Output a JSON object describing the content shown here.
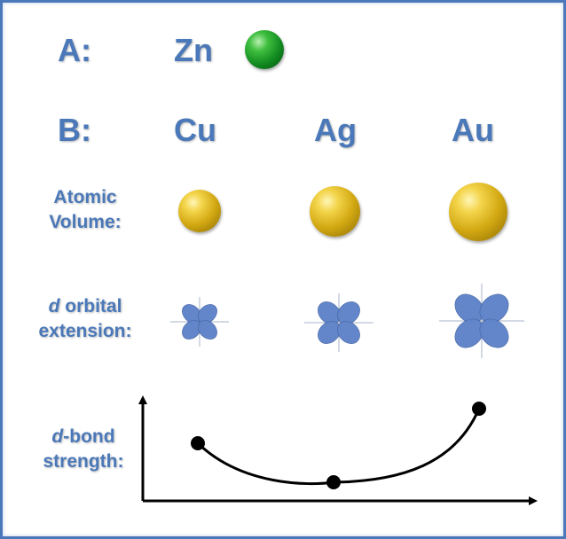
{
  "row_a": {
    "label": "A:",
    "element": "Zn"
  },
  "row_b": {
    "label": "B:",
    "elements": [
      "Cu",
      "Ag",
      "Au"
    ]
  },
  "labels": {
    "atomic_volume_line1": "Atomic",
    "atomic_volume_line2": "Volume:",
    "d_orbital_prefix": "d",
    "d_orbital_rest": " orbital",
    "d_orbital_line2": "extension:",
    "dbond_prefix": "d",
    "dbond_rest": "-bond",
    "dbond_line2": "strength:"
  },
  "colors": {
    "text": "#4a78b8",
    "zn_sphere": "#1e9a2a",
    "gold_sphere": "#d8b020",
    "orbital": "#5b80c8",
    "curve": "#000000",
    "border": "#4a78b8"
  },
  "atomic_volume_order": [
    "Cu",
    "Ag",
    "Au"
  ],
  "d_bond_strength_points": [
    {
      "element": "Cu",
      "level": "medium"
    },
    {
      "element": "Ag",
      "level": "low"
    },
    {
      "element": "Au",
      "level": "high"
    }
  ]
}
